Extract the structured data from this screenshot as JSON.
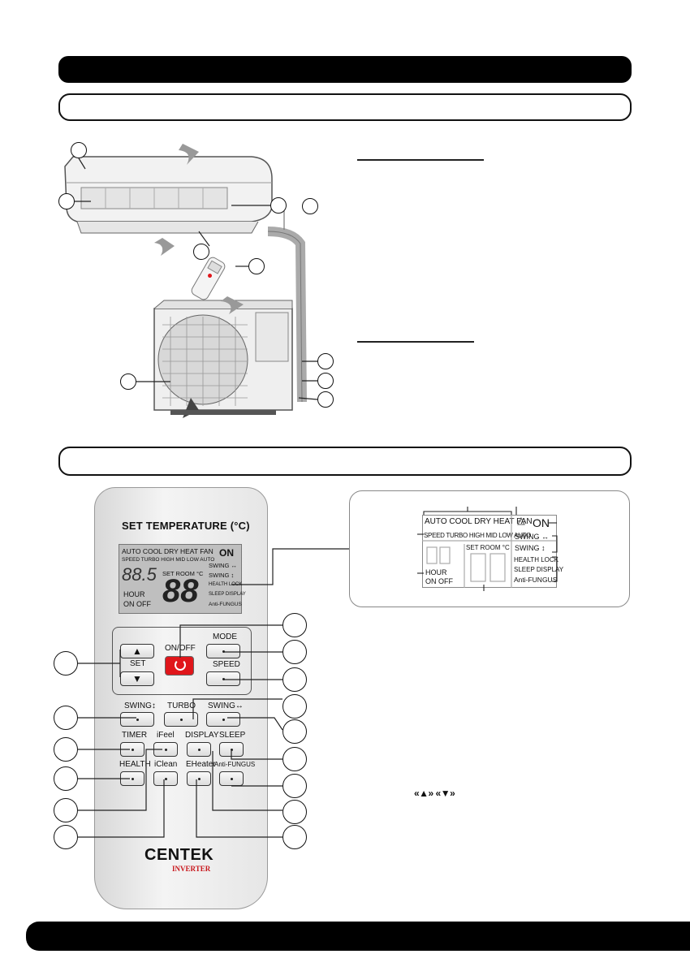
{
  "remote": {
    "title": "SET TEMPERATURE (°C)",
    "lcd": {
      "modes": "AUTO COOL DRY HEAT FAN",
      "speeds": "SPEED TURBO HIGH MID LOW AUTO",
      "digits_small": "88.5",
      "set_room": "SET ROOM °C",
      "hour": "HOUR",
      "on_off": "ON OFF",
      "digits_big": "88",
      "on": "ON",
      "swing_h": "SWING ↔",
      "swing_v": "SWING ↕",
      "health_lock": "HEALTH LOCK",
      "sleep_display": "SLEEP DISPLAY",
      "anti_fungus": "Anti-FUNGUS"
    },
    "buttons": {
      "on_off": "ON/OFF",
      "mode": "MODE",
      "set": "SET",
      "speed": "SPEED",
      "swing_v": "SWING↕",
      "turbo": "TURBO",
      "swing_h": "SWING↔",
      "timer": "TIMER",
      "ifeel": "iFeel",
      "display": "DISPLAY",
      "sleep": "SLEEP",
      "health": "HEALTH",
      "iclean": "iClean",
      "eheater": "EHeater",
      "anti_fungus": "Anti-FUNGUS"
    },
    "brand": "CENTEK",
    "brand_sub": "INVERTER"
  },
  "lcd_detail": {
    "modes": "AUTO COOL DRY HEAT FAN",
    "on": "ON",
    "speeds": "SPEED TURBO HIGH MID LOW AUTO",
    "swing_h": "SWING ↔",
    "swing_v": "SWING ↕",
    "set_room": "SET ROOM °C",
    "health_lock": "HEALTH LOCK",
    "sleep_display": "SLEEP DISPLAY",
    "anti_fungus": "Anti-FUNGUS",
    "hour": "HOUR",
    "on_off": "ON OFF"
  },
  "arrows_text": "«▲» «▼»",
  "colors": {
    "power_button": "#e0161b",
    "bar": "#000000"
  }
}
